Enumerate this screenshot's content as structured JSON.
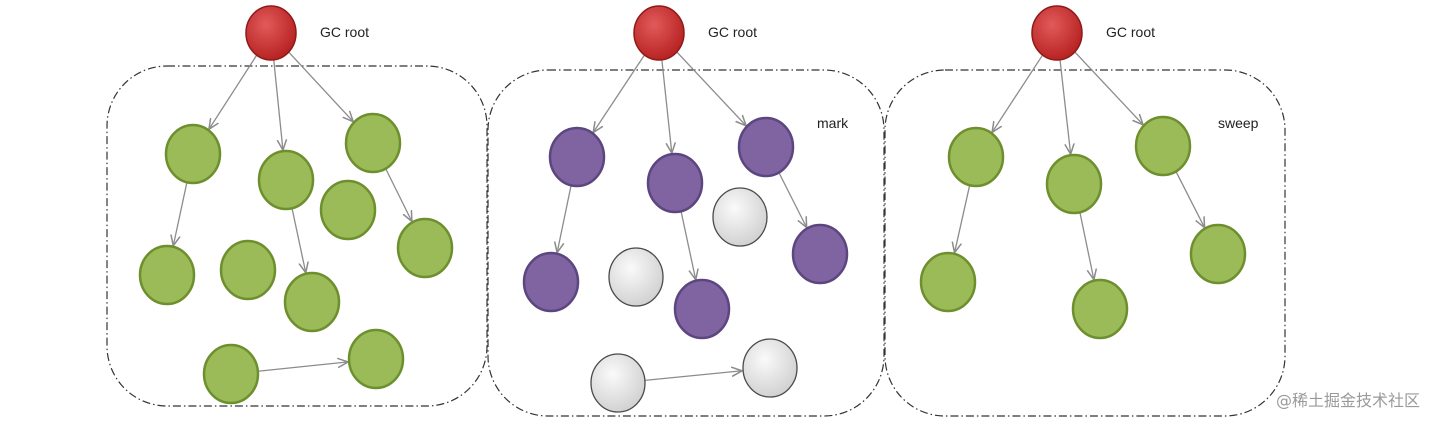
{
  "root_label": "GC root",
  "watermark": "@稀土掘金技术社区",
  "colors": {
    "root_fill": "#c72b2b",
    "root_stroke": "#8e1a1a",
    "live_fill": "#9bbb59",
    "live_stroke": "#6e8f2e",
    "marked_fill": "#8064a2",
    "marked_stroke": "#5c4680",
    "unreachable_fill": "#e6e6e6",
    "unreachable_stroke": "#4a4a4a",
    "edge": "#8c8c8c"
  },
  "panels": [
    {
      "id": "initial",
      "label": "",
      "nodes": [
        {
          "id": "a1",
          "state": "live"
        },
        {
          "id": "a2",
          "state": "live"
        },
        {
          "id": "a3",
          "state": "live"
        },
        {
          "id": "b1",
          "state": "live"
        },
        {
          "id": "b2",
          "state": "live"
        },
        {
          "id": "b3",
          "state": "live"
        },
        {
          "id": "c1",
          "state": "live"
        },
        {
          "id": "c2",
          "state": "live"
        },
        {
          "id": "c3",
          "state": "live"
        },
        {
          "id": "d1",
          "state": "live"
        },
        {
          "id": "d2",
          "state": "live"
        }
      ]
    },
    {
      "id": "mark",
      "label": "mark",
      "nodes": [
        {
          "id": "a1",
          "state": "marked"
        },
        {
          "id": "a2",
          "state": "marked"
        },
        {
          "id": "a3",
          "state": "marked"
        },
        {
          "id": "b1",
          "state": "marked"
        },
        {
          "id": "b2",
          "state": "unreachable"
        },
        {
          "id": "b3",
          "state": "marked"
        },
        {
          "id": "c1",
          "state": "unreachable"
        },
        {
          "id": "c2",
          "state": "marked"
        },
        {
          "id": "c3",
          "state": "unreachable"
        },
        {
          "id": "d1",
          "state": "unreachable"
        },
        {
          "id": "d2",
          "state": "unreachable"
        }
      ]
    },
    {
      "id": "sweep",
      "label": "sweep",
      "nodes": [
        {
          "id": "a1",
          "state": "live"
        },
        {
          "id": "a2",
          "state": "live"
        },
        {
          "id": "a3",
          "state": "live"
        },
        {
          "id": "b1",
          "state": "live"
        },
        {
          "id": "b3",
          "state": "live"
        },
        {
          "id": "c2",
          "state": "live"
        }
      ]
    }
  ],
  "edges": [
    [
      "root",
      "a1"
    ],
    [
      "root",
      "a2"
    ],
    [
      "root",
      "a3"
    ],
    [
      "a1",
      "b1"
    ],
    [
      "a2",
      "c2"
    ],
    [
      "a3",
      "b3"
    ],
    [
      "d1",
      "d2"
    ]
  ]
}
